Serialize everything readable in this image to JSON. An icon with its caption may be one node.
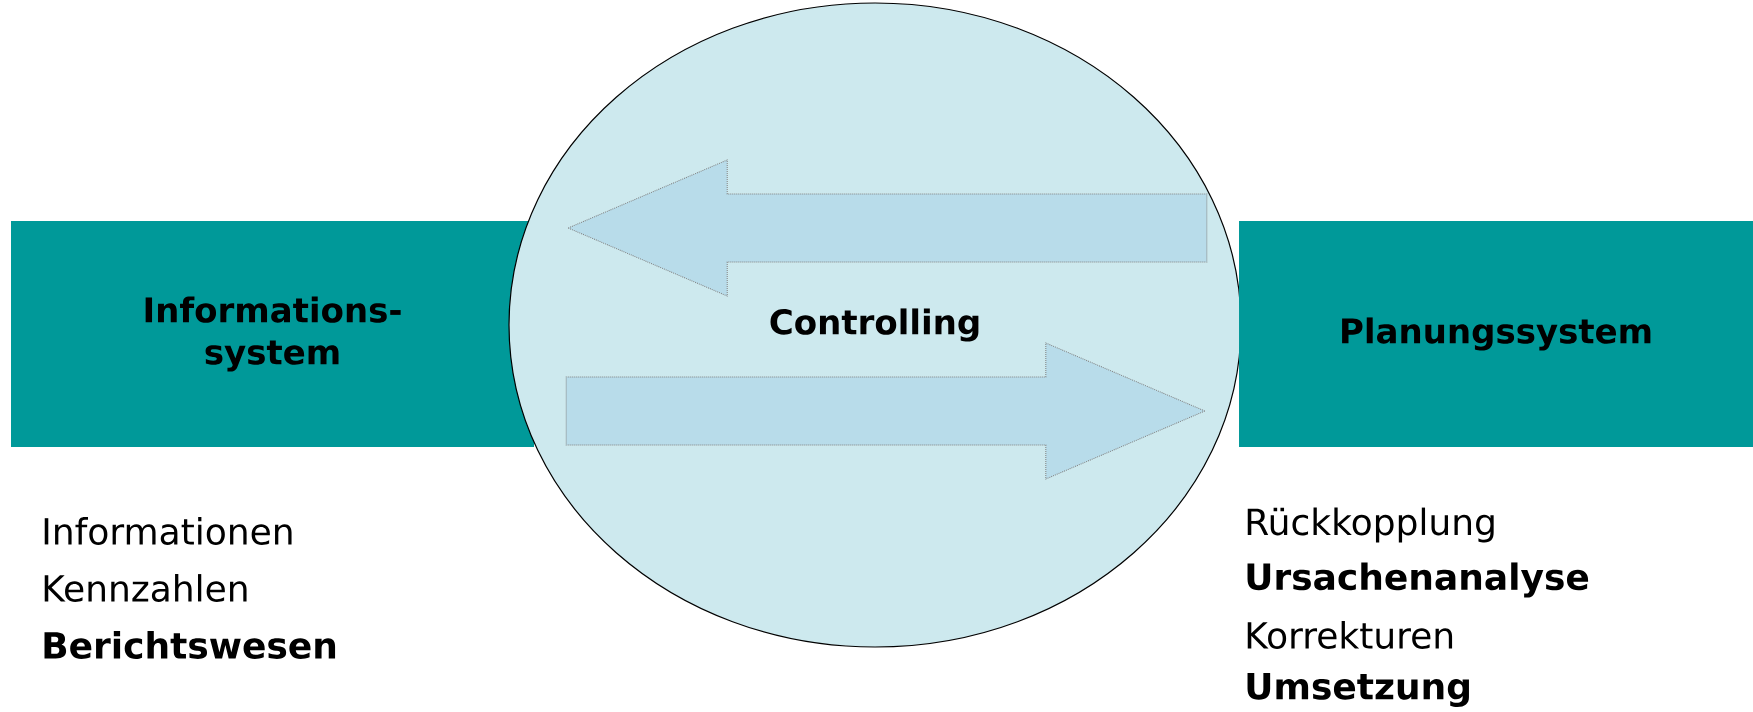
{
  "diagram": {
    "nodes": [
      {
        "text": [
          "Informations- system"
        ],
        "beside": [
          "Informationen",
          "Kennzahlen",
          "Berichtswesen"
        ]
      },
      {
        "text": [
          "Controlling"
        ]
      },
      {
        "text": [
          "Planungssystem"
        ],
        "beside": [
          "Rückkopplung",
          "Ursachenanalyse",
          "Korrekturen",
          "Umsetzung"
        ]
      }
    ],
    "edges": [
      {
        "from": 2,
        "to": 0,
        "arrow": "to"
      },
      {
        "from": 0,
        "to": 2,
        "arrow": "to"
      }
    ]
  }
}
